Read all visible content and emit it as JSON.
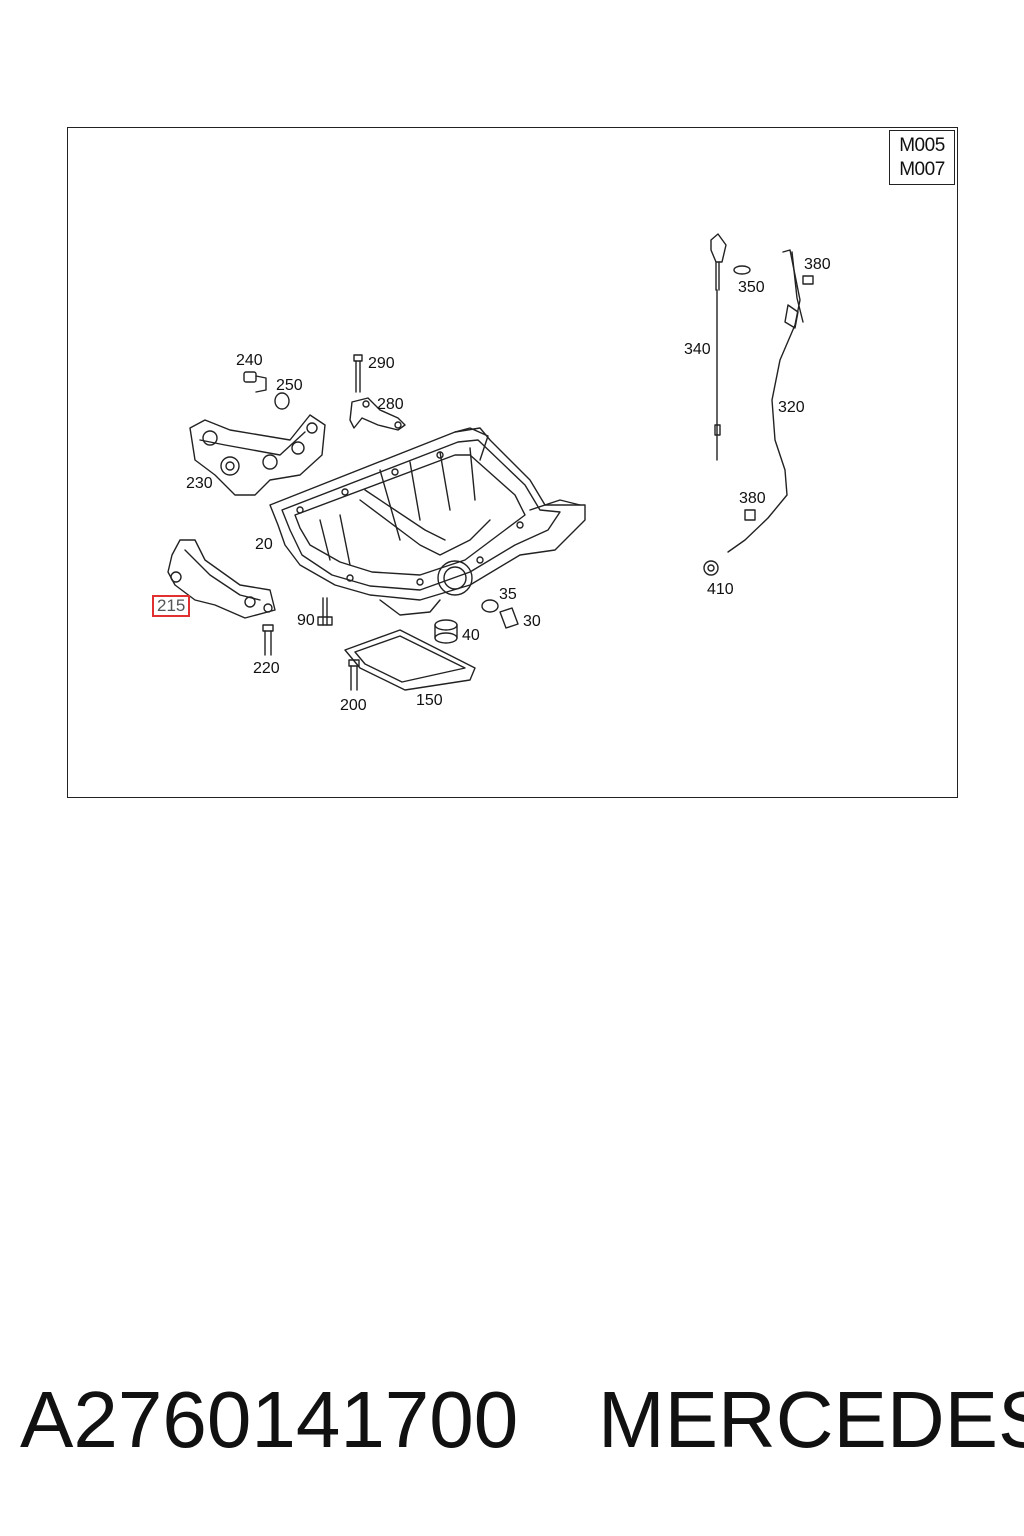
{
  "diagram": {
    "model_codes": [
      "M005",
      "M007"
    ],
    "highlight_color": "#e03030",
    "callouts": [
      {
        "id": "c240",
        "label": "240"
      },
      {
        "id": "c250",
        "label": "250"
      },
      {
        "id": "c290",
        "label": "290"
      },
      {
        "id": "c280",
        "label": "280"
      },
      {
        "id": "c230",
        "label": "230"
      },
      {
        "id": "c20",
        "label": "20"
      },
      {
        "id": "c215",
        "label": "215",
        "highlighted": true
      },
      {
        "id": "c90",
        "label": "90"
      },
      {
        "id": "c220",
        "label": "220"
      },
      {
        "id": "c35",
        "label": "35"
      },
      {
        "id": "c30",
        "label": "30"
      },
      {
        "id": "c40",
        "label": "40"
      },
      {
        "id": "c200",
        "label": "200"
      },
      {
        "id": "c150",
        "label": "150"
      },
      {
        "id": "c340",
        "label": "340"
      },
      {
        "id": "c350",
        "label": "350"
      },
      {
        "id": "c380a",
        "label": "380"
      },
      {
        "id": "c320",
        "label": "320"
      },
      {
        "id": "c380b",
        "label": "380"
      },
      {
        "id": "c410",
        "label": "410"
      }
    ]
  },
  "footer": {
    "part_number": "A2760141700",
    "brand": "MERCEDES"
  }
}
